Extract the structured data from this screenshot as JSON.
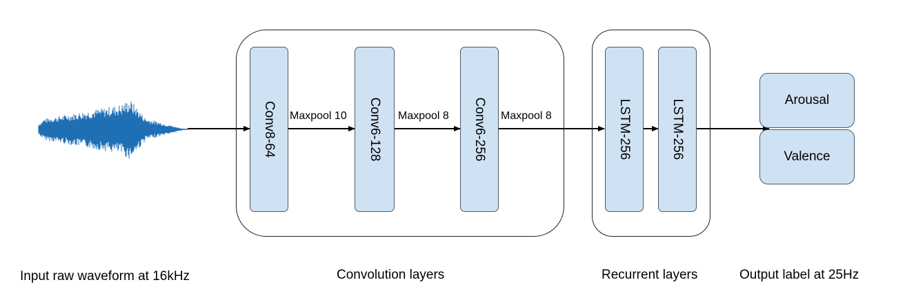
{
  "convolution": {
    "blocks": [
      "Conv8-64",
      "Conv6-128",
      "Conv6-256"
    ],
    "pools": [
      "Maxpool 10",
      "Maxpool 8",
      "Maxpool 8"
    ]
  },
  "recurrent": {
    "blocks": [
      "LSTM-256",
      "LSTM-256"
    ]
  },
  "outputs": [
    "Arousal",
    "Valence"
  ],
  "captions": {
    "input": "Input raw waveform at 16kHz",
    "convolution": "Convolution layers",
    "recurrent": "Recurrent layers",
    "output": "Output label at 25Hz"
  },
  "colors": {
    "waveform": "#1f6fb5",
    "block_fill": "#cfe2f3",
    "block_border": "#4a5866"
  }
}
